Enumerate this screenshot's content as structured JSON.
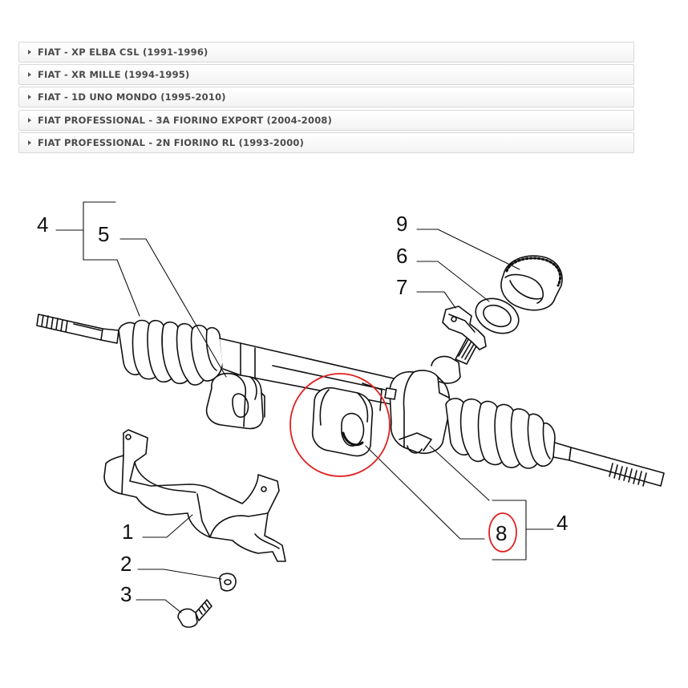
{
  "vehicle_list": [
    {
      "label": "FIAT - XP ELBA CSL (1991-1996)"
    },
    {
      "label": "FIAT - XR MILLE (1994-1995)"
    },
    {
      "label": "FIAT - 1D UNO MONDO (1995-2010)"
    },
    {
      "label": "FIAT PROFESSIONAL - 3A FIORINO EXPORT (2004-2008)"
    },
    {
      "label": "FIAT PROFESSIONAL - 2N FIORINO RL (1993-2000)"
    }
  ],
  "diagram": {
    "callouts": {
      "c4_left": "4",
      "c5": "5",
      "c9": "9",
      "c6": "6",
      "c7": "7",
      "c1": "1",
      "c2": "2",
      "c3": "3",
      "c8": "8",
      "c4_right": "4"
    },
    "highlight_color": "#e02020",
    "line_color": "#111111"
  }
}
